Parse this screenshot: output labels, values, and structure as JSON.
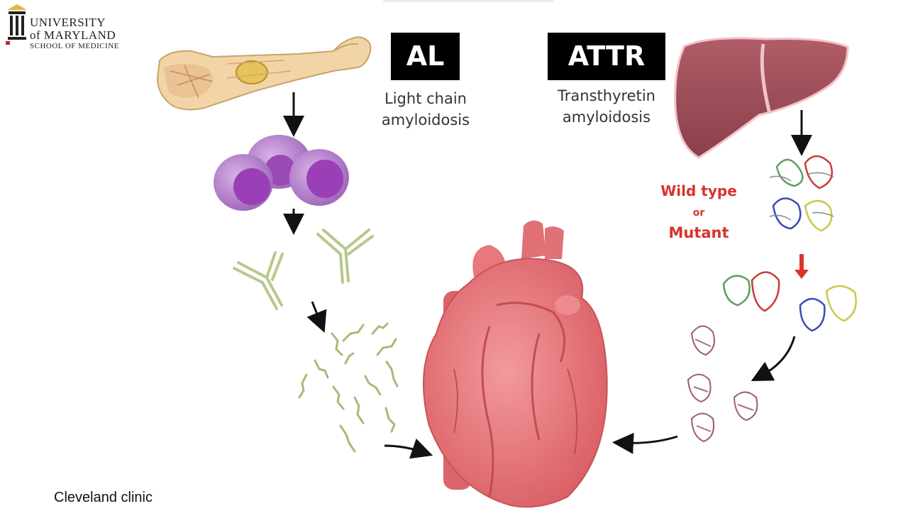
{
  "logo": {
    "line1": "UNIVERSITY",
    "line2": "of MARYLAND",
    "line3": "SCHOOL OF MEDICINE"
  },
  "al": {
    "title": "AL",
    "caption_line1": "Light chain",
    "caption_line2": "amyloidosis"
  },
  "attr": {
    "title": "ATTR",
    "caption_line1": "Transthyretin",
    "caption_line2": "amyloidosis",
    "variant_1": "Wild type",
    "variant_or": "or",
    "variant_2": "Mutant"
  },
  "credit": "Cleveland clinic",
  "colors": {
    "heart": "#e0747a",
    "liver": "#9b4a55",
    "plasma_cell": "#b27cc9",
    "antibody": "#b7c98a",
    "label_bg": "#000000",
    "highlight_red": "#d8332d"
  }
}
